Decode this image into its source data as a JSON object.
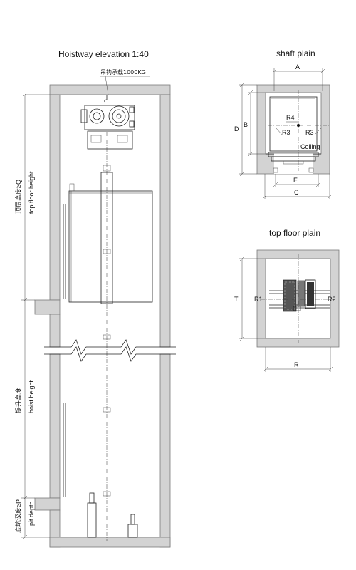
{
  "elevation": {
    "title": "Hoistway elevation  1:40",
    "hook_label": "吊钩承载1000KG",
    "top_floor_label_cn": "顶层高度≥Q",
    "top_floor_label_en": "top floor height",
    "hoist_label_cn": "提升高度",
    "hoist_label_en": "hoist height",
    "pit_label_cn": "底坑深度≥P",
    "pit_label_en": "pit depth"
  },
  "shaft_plan": {
    "title": "shaft plain",
    "dim_a": "A",
    "dim_b": "B",
    "dim_c": "C",
    "dim_d": "D",
    "dim_e": "E",
    "r4": "R4",
    "r3_left": "R3",
    "r3_right": "R3",
    "ceiling": "Ceiling"
  },
  "top_floor_plan": {
    "title": "top floor plain",
    "dim_t": "T",
    "dim_r": "R",
    "r1": "R1",
    "r2": "R2"
  },
  "colors": {
    "wall": "#d3d3d3",
    "line": "#222222"
  }
}
